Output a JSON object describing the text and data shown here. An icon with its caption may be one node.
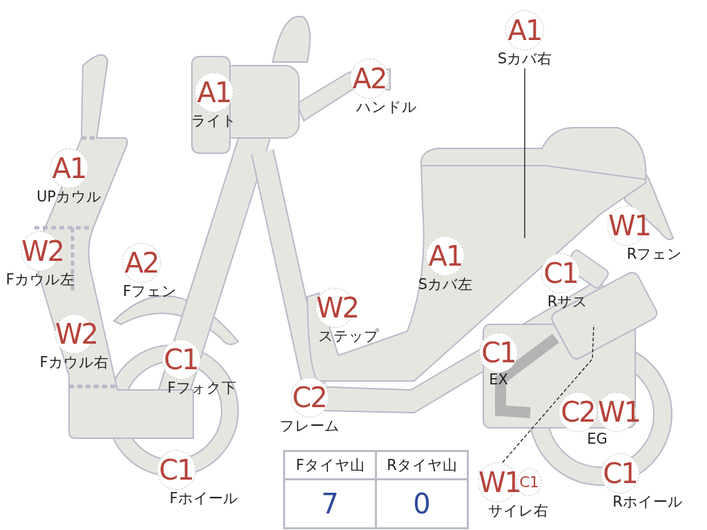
{
  "diagram": {
    "nodes": [
      {
        "text": [
          "A1",
          "Sカバ右"
        ]
      },
      {
        "text": [
          "A1",
          "ライト"
        ]
      },
      {
        "text": [
          "A2",
          "ハンドル"
        ]
      },
      {
        "text": [
          "A1",
          "UPカウル"
        ]
      },
      {
        "text": [
          "W1",
          "Rフェン"
        ]
      },
      {
        "text": [
          "W2",
          "Fカウル左"
        ]
      },
      {
        "text": [
          "A2",
          "Fフェン"
        ]
      },
      {
        "text": [
          "A1",
          "Sカバ左"
        ]
      },
      {
        "text": [
          "C1",
          "Rサス"
        ]
      },
      {
        "text": [
          "W2",
          "ステップ"
        ]
      },
      {
        "text": [
          "W2",
          "Fカウル右"
        ]
      },
      {
        "text": [
          "C1",
          "Fフォク下"
        ]
      },
      {
        "text": [
          "C1",
          "EX"
        ]
      },
      {
        "text": [
          "C2",
          "フレーム"
        ]
      },
      {
        "text": [
          "C2",
          "W1",
          "EG"
        ]
      },
      {
        "text": [
          "C1",
          "Fホイール"
        ]
      },
      {
        "text": [
          "W1",
          "C1",
          "サイレ右"
        ]
      },
      {
        "text": [
          "C1",
          "Rホイール"
        ]
      }
    ],
    "edges": [
      {
        "from": 0,
        "to": null,
        "arrow": "none"
      },
      {
        "from": 16,
        "to": null,
        "arrow": "none",
        "style": "dashed"
      }
    ],
    "labels": [
      "Fタイヤ山",
      "Rタイヤ山",
      "7",
      "0"
    ]
  }
}
